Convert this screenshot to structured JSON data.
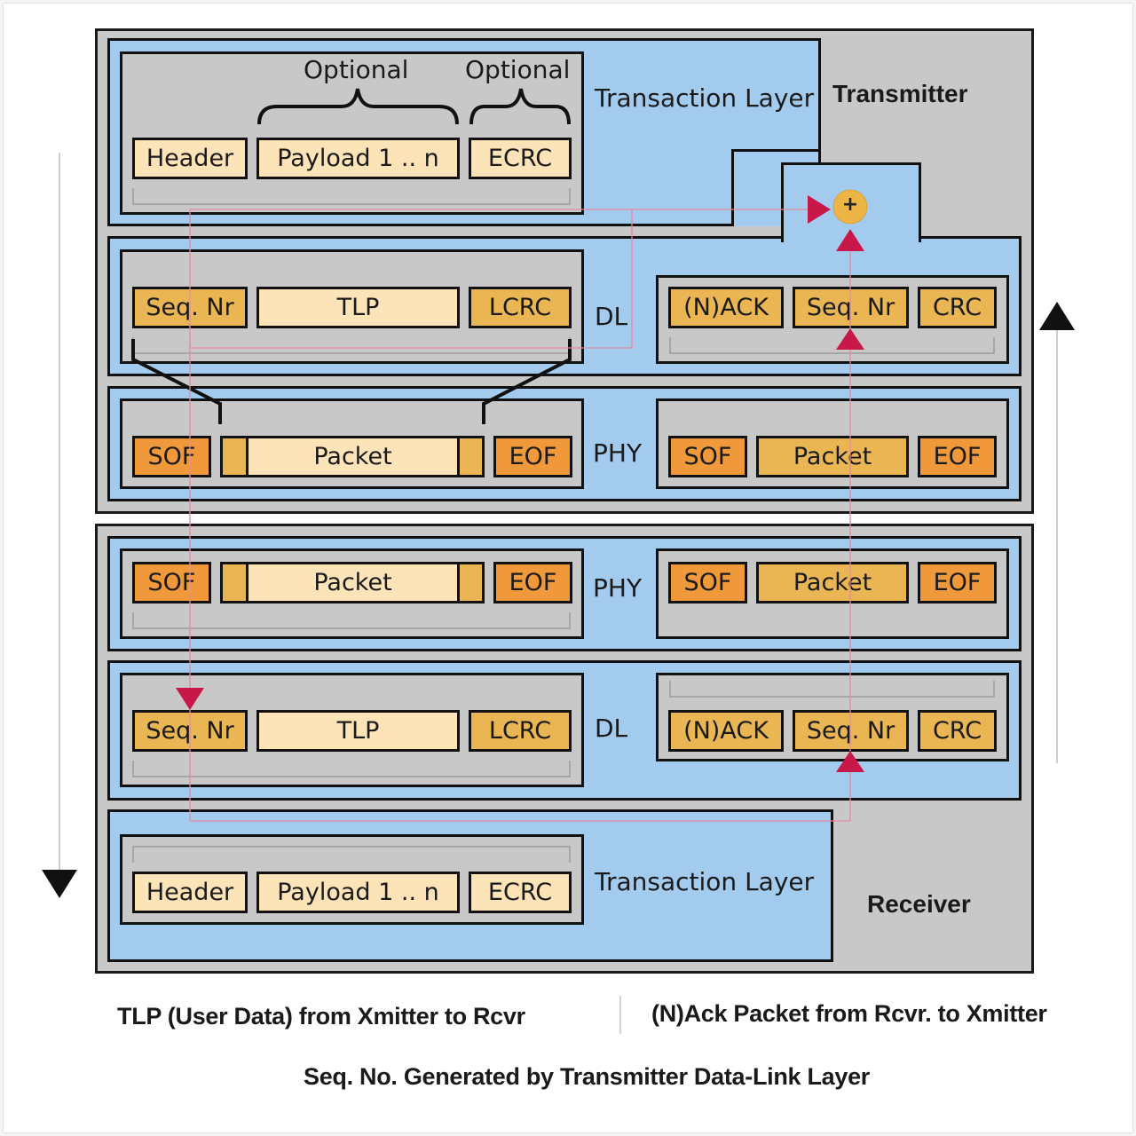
{
  "diagram": {
    "transmitter_label": "Transmitter",
    "receiver_label": "Receiver",
    "optional_label_1": "Optional",
    "optional_label_2": "Optional",
    "layers": {
      "transaction": "Transaction Layer",
      "data_link": "DL",
      "physical": "PHY"
    },
    "transaction_fields": [
      "Header",
      "Payload 1 .. n",
      "ECRC"
    ],
    "tlp_fields": [
      "Seq. Nr",
      "TLP",
      "LCRC"
    ],
    "ack_fields": [
      "(N)ACK",
      "Seq. Nr",
      "CRC"
    ],
    "phy_fields": [
      "SOF",
      "Packet",
      "EOF"
    ],
    "adder_symbol": "+",
    "colors": {
      "layer_blue": "#a3cbee",
      "inner_gray": "#c8c8c8",
      "field_light": "#fde3b8",
      "field_gold": "#e9b653",
      "field_orange": "#f0993a",
      "marker_red": "#c8184a"
    }
  },
  "captions": {
    "tlp_flow": "TLP (User Data) from Xmitter to Rcvr",
    "ack_flow": "(N)Ack Packet from Rcvr. to Xmitter",
    "seq_note": "Seq. No. Generated by Transmitter Data-Link Layer"
  }
}
